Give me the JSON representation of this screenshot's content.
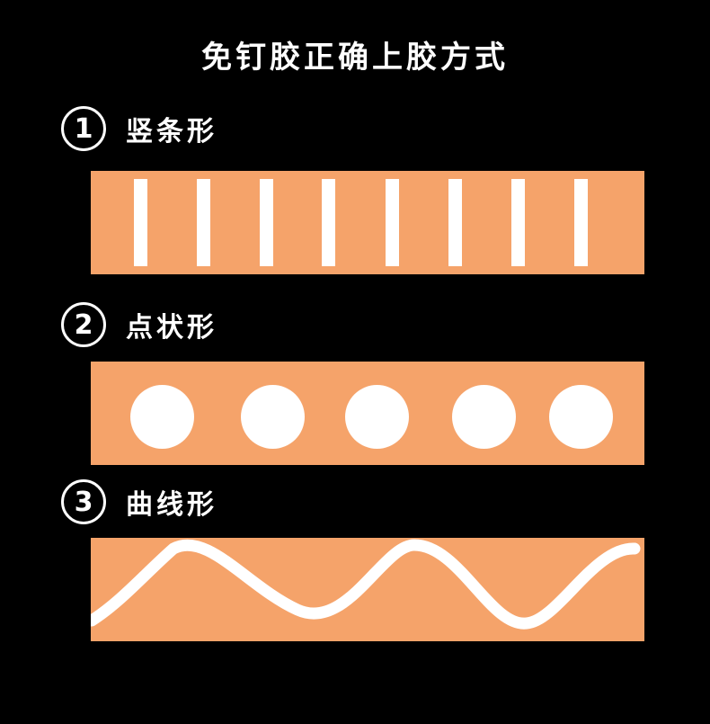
{
  "title": "免钉胶正确上胶方式",
  "colors": {
    "background": "#000000",
    "panel": "#f5a36a",
    "glue": "#ffffff",
    "text": "#ffffff"
  },
  "methods": [
    {
      "number": "1",
      "label": "竖条形",
      "pattern": "vertical-stripes",
      "count": 8
    },
    {
      "number": "2",
      "label": "点状形",
      "pattern": "dots",
      "count": 5
    },
    {
      "number": "3",
      "label": "曲线形",
      "pattern": "wave"
    }
  ]
}
